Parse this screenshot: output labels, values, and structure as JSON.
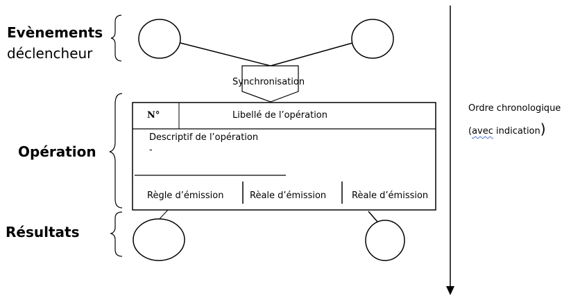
{
  "labels": {
    "events_line1": "Evènements",
    "events_line2": "déclencheur",
    "operation": "Opération",
    "results": "Résultats",
    "sync": "Synchronisation",
    "number": "N°",
    "op_label": "Libellé de l’opération",
    "op_desc": "Descriptif de l’opération",
    "op_desc_dash": "-",
    "rule1": "Règle d’émission",
    "rule2": "Rèale d’émission",
    "rule3": "Rèale d’émission",
    "order_line1": "Ordre chronologique",
    "order_line2_open": "(",
    "order_line2_word": "avec",
    "order_line2_rest": " indication",
    "order_line2_close": ")"
  }
}
